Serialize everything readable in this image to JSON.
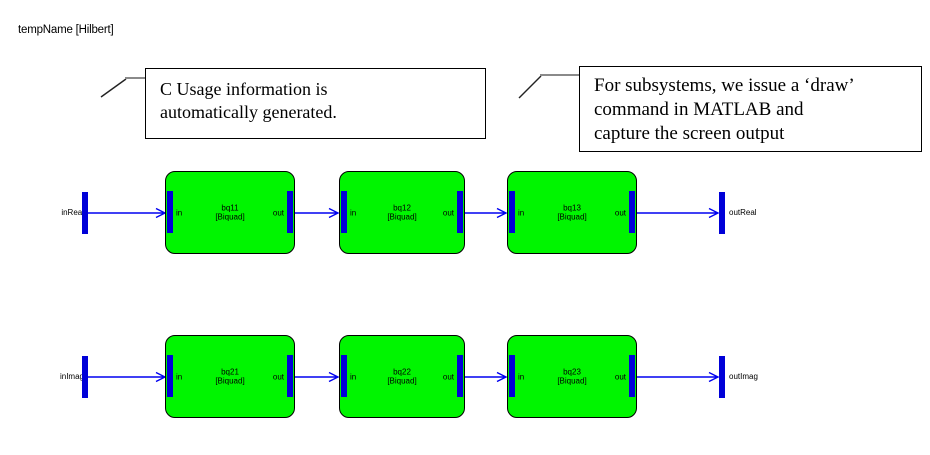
{
  "title": "tempName [Hilbert]",
  "callouts": [
    {
      "text": "C Usage information is\nautomatically generated."
    },
    {
      "text": "For subsystems, we issue a ‘draw’\ncommand in MATLAB and\ncapture the screen output"
    }
  ],
  "diagram": {
    "rows": [
      {
        "input_label": "inReal",
        "output_label": "outReal",
        "blocks": [
          {
            "name": "bq11",
            "type": "[Biquad]",
            "in": "in",
            "out": "out"
          },
          {
            "name": "bq12",
            "type": "[Biquad]",
            "in": "in",
            "out": "out"
          },
          {
            "name": "bq13",
            "type": "[Biquad]",
            "in": "in",
            "out": "out"
          }
        ]
      },
      {
        "input_label": "inImag",
        "output_label": "outImag",
        "blocks": [
          {
            "name": "bq21",
            "type": "[Biquad]",
            "in": "in",
            "out": "out"
          },
          {
            "name": "bq22",
            "type": "[Biquad]",
            "in": "in",
            "out": "out"
          },
          {
            "name": "bq23",
            "type": "[Biquad]",
            "in": "in",
            "out": "out"
          }
        ]
      }
    ]
  },
  "colors": {
    "block_green": "#00f500",
    "line_blue": "#0000f0",
    "port_blue": "#0000d8",
    "leader_gray": "#8a8a8a"
  }
}
